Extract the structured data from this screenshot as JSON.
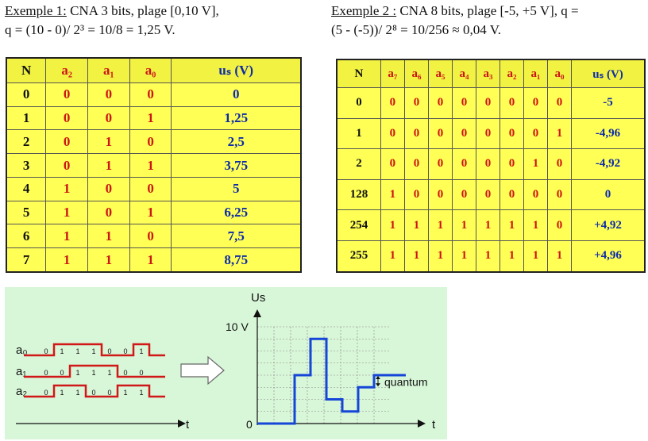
{
  "example1": {
    "title": "Exemple 1:",
    "line1_rest": " CNA 3 bits, plage   [0,10 V],",
    "line2": "q = (10 - 0)/ 2³ = 10/8 = 1,25 V."
  },
  "example2": {
    "title": "Exemple 2 :",
    "line1_rest": " CNA 8 bits, plage   [-5, +5 V], q =",
    "line2": "(5 - (-5))/ 2⁸ = 10/256 ≈ 0,04 V."
  },
  "table1": {
    "headers": [
      "N",
      "a₂",
      "a₁",
      "a₀",
      "uₛ (V)"
    ],
    "rows": [
      [
        "0",
        "0",
        "0",
        "0",
        "0"
      ],
      [
        "1",
        "0",
        "0",
        "1",
        "1,25"
      ],
      [
        "2",
        "0",
        "1",
        "0",
        "2,5"
      ],
      [
        "3",
        "0",
        "1",
        "1",
        "3,75"
      ],
      [
        "4",
        "1",
        "0",
        "0",
        "5"
      ],
      [
        "5",
        "1",
        "0",
        "1",
        "6,25"
      ],
      [
        "6",
        "1",
        "1",
        "0",
        "7,5"
      ],
      [
        "7",
        "1",
        "1",
        "1",
        "8,75"
      ]
    ]
  },
  "table2": {
    "headers": [
      "N",
      "a₇",
      "a₆",
      "a₅",
      "a₄",
      "a₃",
      "a₂",
      "a₁",
      "a₀",
      "uₛ (V)"
    ],
    "rows": [
      [
        "0",
        "0",
        "0",
        "0",
        "0",
        "0",
        "0",
        "0",
        "0",
        "-5"
      ],
      [
        "1",
        "0",
        "0",
        "0",
        "0",
        "0",
        "0",
        "0",
        "1",
        "-4,96"
      ],
      [
        "2",
        "0",
        "0",
        "0",
        "0",
        "0",
        "0",
        "1",
        "0",
        "-4,92"
      ],
      [
        "128",
        "1",
        "0",
        "0",
        "0",
        "0",
        "0",
        "0",
        "0",
        "0"
      ],
      [
        "254",
        "1",
        "1",
        "1",
        "1",
        "1",
        "1",
        "1",
        "0",
        "+4,92"
      ],
      [
        "255",
        "1",
        "1",
        "1",
        "1",
        "1",
        "1",
        "1",
        "1",
        "+4,96"
      ]
    ]
  },
  "chronogram": {
    "signals": [
      {
        "label": "a₀",
        "bits": [
          "0",
          "1",
          "1",
          "1",
          "0",
          "0",
          "1"
        ]
      },
      {
        "label": "a₁",
        "bits": [
          "0",
          "0",
          "1",
          "1",
          "1",
          "0",
          "0"
        ]
      },
      {
        "label": "a₂",
        "bits": [
          "0",
          "1",
          "1",
          "0",
          "0",
          "1",
          "1"
        ]
      }
    ],
    "time_label": "t",
    "output_label": "Us",
    "voltage_label": "10 V",
    "zero_label": "0",
    "quantum_label": "quantum",
    "output_levels": [
      0,
      4,
      7,
      2,
      1,
      3,
      4
    ],
    "colors": {
      "signal": "#d01818",
      "output": "#1546d8",
      "background": "#d8f6d8"
    }
  }
}
